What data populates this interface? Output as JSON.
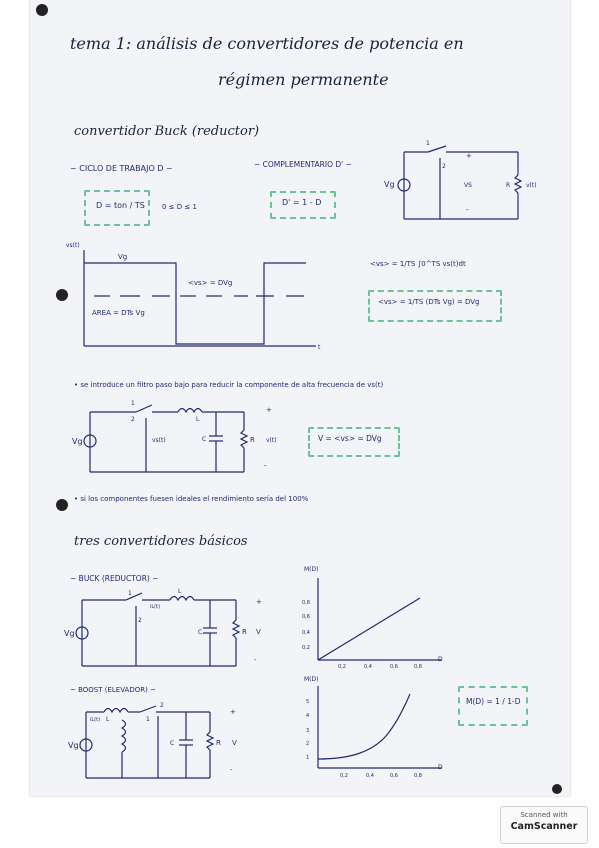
{
  "title": {
    "line1": "tema 1: análisis de convertidores de potencia en",
    "line2": "régimen permanente"
  },
  "buck_section": {
    "heading": "convertidor Buck (reductor)",
    "duty_cycle_label": "~ CICLO DE TRABAJO D ~",
    "duty_formula": "D = ton / TS",
    "duty_range": "0 ≤ D ≤ 1",
    "complement_label": "~ COMPLEMENTARIO D' ~",
    "complement_formula": "D' = 1 - D",
    "avg_integral": "<vs> = 1/TS ∫0^TS vs(t)dt",
    "avg_result": "<vs> = 1/TS (DTs Vg) = DVg",
    "waveform": {
      "ylabel": "vs(t)",
      "vg_label": "Vg",
      "avg_label": "<vs> = DVg",
      "area_label": "AREA = DTs Vg",
      "t_label": "t"
    },
    "circuit1": {
      "vg": "Vg",
      "sw1": "1",
      "sw2": "2",
      "vs": "VS",
      "r": "R",
      "vout": "v(t)",
      "plus": "+",
      "minus": "-"
    }
  },
  "filter_note": "• se introduce un filtro paso bajo para reducir la componente de alta frecuencia de vs(t)",
  "filter_result": "V = <vs> = DVg",
  "circuit2": {
    "vg": "Vg",
    "sw1": "1",
    "sw2": "2",
    "l": "L",
    "vs": "vs(t)",
    "c": "C",
    "r": "R",
    "vout": "v(t)",
    "plus": "+",
    "minus": "-"
  },
  "ideal_note": "• si los componentes fuesen ideales el rendimiento sería del 100%",
  "three_section": {
    "heading": "tres convertidores básicos",
    "buck_label": "~ BUCK (REDUCTOR) ~",
    "boost_label": "~ BOOST (ELEVADOR) ~",
    "mformula": "M(D) = 1 / 1-D",
    "buck_circuit": {
      "vg": "Vg",
      "sw1": "1",
      "sw2": "2",
      "l": "L",
      "c": "C",
      "r": "R",
      "v": "V",
      "iL": "iL(t)",
      "plus": "+",
      "minus": "-"
    },
    "boost_circuit": {
      "vg": "Vg",
      "sw1": "1",
      "sw2": "2",
      "l": "L",
      "c": "C",
      "r": "R",
      "v": "V",
      "iL": "iL(t)",
      "plus": "+",
      "minus": "-"
    },
    "plot1": {
      "ylabel": "M(D)",
      "xlabel": "D",
      "yticks": [
        "0,8",
        "0,6",
        "0,4",
        "0,2"
      ],
      "xticks": [
        "0,2",
        "0,4",
        "0,6",
        "0,8"
      ]
    },
    "plot2": {
      "ylabel": "M(D)",
      "xlabel": "D",
      "yticks": [
        "5",
        "4",
        "3",
        "2",
        "1"
      ],
      "xticks": [
        "0,2",
        "0,4",
        "0,6",
        "0,8"
      ]
    }
  },
  "watermark": {
    "line1": "Scanned with",
    "line2": "CamScanner"
  }
}
